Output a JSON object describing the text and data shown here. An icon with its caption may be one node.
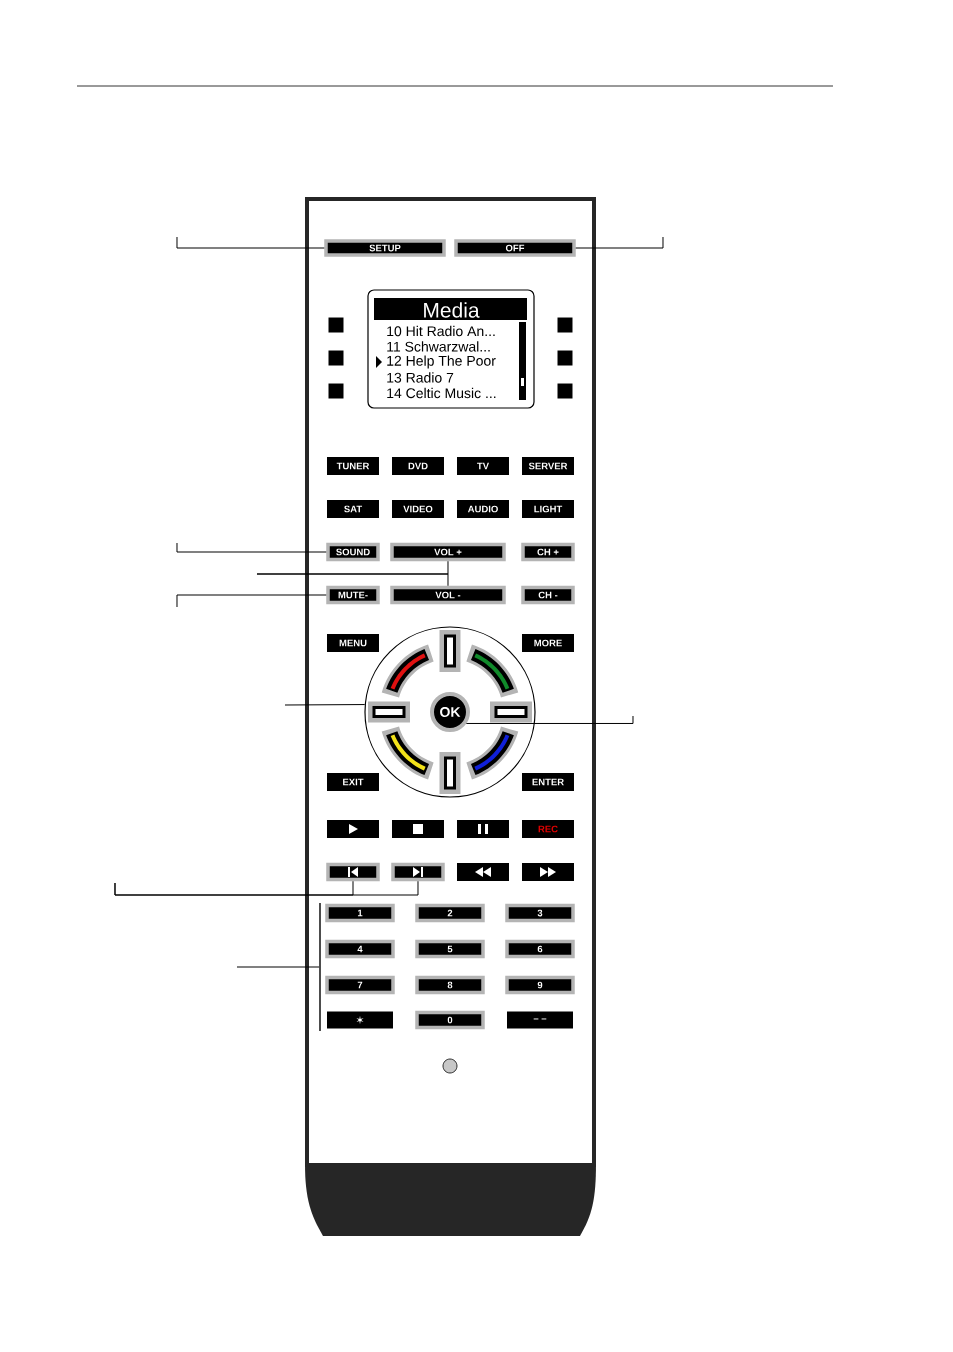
{
  "diagram": {
    "nodes": [
      {
        "text": [
          "SETUP"
        ]
      },
      {
        "text": [
          "OFF"
        ]
      },
      {
        "text": [
          "Media",
          "10 Hit Radio An...",
          "11 Schwarzwal...",
          "12 Help The Poor",
          "13 Radio 7",
          "14 Celtic Music ..."
        ]
      },
      {
        "text": [],
        "shape": "box"
      },
      {
        "text": [],
        "shape": "box"
      },
      {
        "text": [],
        "shape": "box"
      },
      {
        "text": [],
        "shape": "box"
      },
      {
        "text": [],
        "shape": "box"
      },
      {
        "text": [],
        "shape": "box"
      },
      {
        "text": [
          "TUNER"
        ]
      },
      {
        "text": [
          "DVD"
        ]
      },
      {
        "text": [
          "TV"
        ]
      },
      {
        "text": [
          "SERVER"
        ]
      },
      {
        "text": [
          "SAT"
        ]
      },
      {
        "text": [
          "VIDEO"
        ]
      },
      {
        "text": [
          "AUDIO"
        ]
      },
      {
        "text": [
          "LIGHT"
        ]
      },
      {
        "text": [
          "SOUND"
        ]
      },
      {
        "text": [
          "VOL +"
        ]
      },
      {
        "text": [
          "CH +"
        ]
      },
      {
        "text": [
          "MUTE-"
        ]
      },
      {
        "text": [
          "VOL -"
        ]
      },
      {
        "text": [
          "CH -"
        ]
      },
      {
        "text": [
          "MENU"
        ]
      },
      {
        "text": [
          "MORE"
        ]
      },
      {
        "text": [],
        "shape": "circle"
      },
      {
        "text": [],
        "shape": "box",
        "in": 25
      },
      {
        "text": [],
        "shape": "arc",
        "in": 25
      },
      {
        "text": [],
        "shape": "arc",
        "in": 25
      },
      {
        "text": [],
        "shape": "box",
        "in": 25
      },
      {
        "text": [
          "OK"
        ],
        "in": 25
      },
      {
        "text": [],
        "shape": "box",
        "in": 25
      },
      {
        "text": [],
        "shape": "arc",
        "in": 25
      },
      {
        "text": [],
        "shape": "arc",
        "in": 25
      },
      {
        "text": [],
        "shape": "box",
        "in": 25
      },
      {
        "text": [
          "EXIT"
        ]
      },
      {
        "text": [
          "ENTER"
        ]
      },
      {
        "text": [],
        "shape": "box"
      },
      {
        "text": [],
        "shape": "box"
      },
      {
        "text": [],
        "shape": "box"
      },
      {
        "text": [
          "REC"
        ]
      },
      {
        "text": [],
        "shape": "box"
      },
      {
        "text": [],
        "shape": "box"
      },
      {
        "text": [],
        "shape": "box"
      },
      {
        "text": [],
        "shape": "box"
      },
      {
        "text": [
          "1"
        ]
      },
      {
        "text": [
          "2"
        ]
      },
      {
        "text": [
          "3"
        ]
      },
      {
        "text": [
          "4"
        ]
      },
      {
        "text": [
          "5"
        ]
      },
      {
        "text": [
          "6"
        ]
      },
      {
        "text": [
          "7"
        ]
      },
      {
        "text": [
          "8"
        ]
      },
      {
        "text": [
          "9"
        ]
      },
      {
        "text": [
          "✶"
        ]
      },
      {
        "text": [
          "0"
        ]
      },
      {
        "text": [
          "– –"
        ]
      },
      {
        "text": [],
        "shape": "bar"
      }
    ],
    "edges": [
      {
        "from": null,
        "to": 0,
        "arrow": "none"
      },
      {
        "from": null,
        "to": 1,
        "arrow": "none"
      },
      {
        "from": null,
        "to": 17,
        "arrow": "none"
      },
      {
        "from": null,
        "to": 18,
        "arrow": "none"
      },
      {
        "from": null,
        "to": 21,
        "arrow": "none"
      },
      {
        "from": null,
        "to": 20,
        "arrow": "none"
      },
      {
        "from": null,
        "to": 25,
        "arrow": "none"
      },
      {
        "from": null,
        "to": 30,
        "arrow": "none"
      },
      {
        "from": null,
        "to": 41,
        "arrow": "none"
      },
      {
        "from": null,
        "to": 42,
        "arrow": "none"
      },
      {
        "from": null,
        "to": 57,
        "arrow": "none"
      }
    ]
  }
}
